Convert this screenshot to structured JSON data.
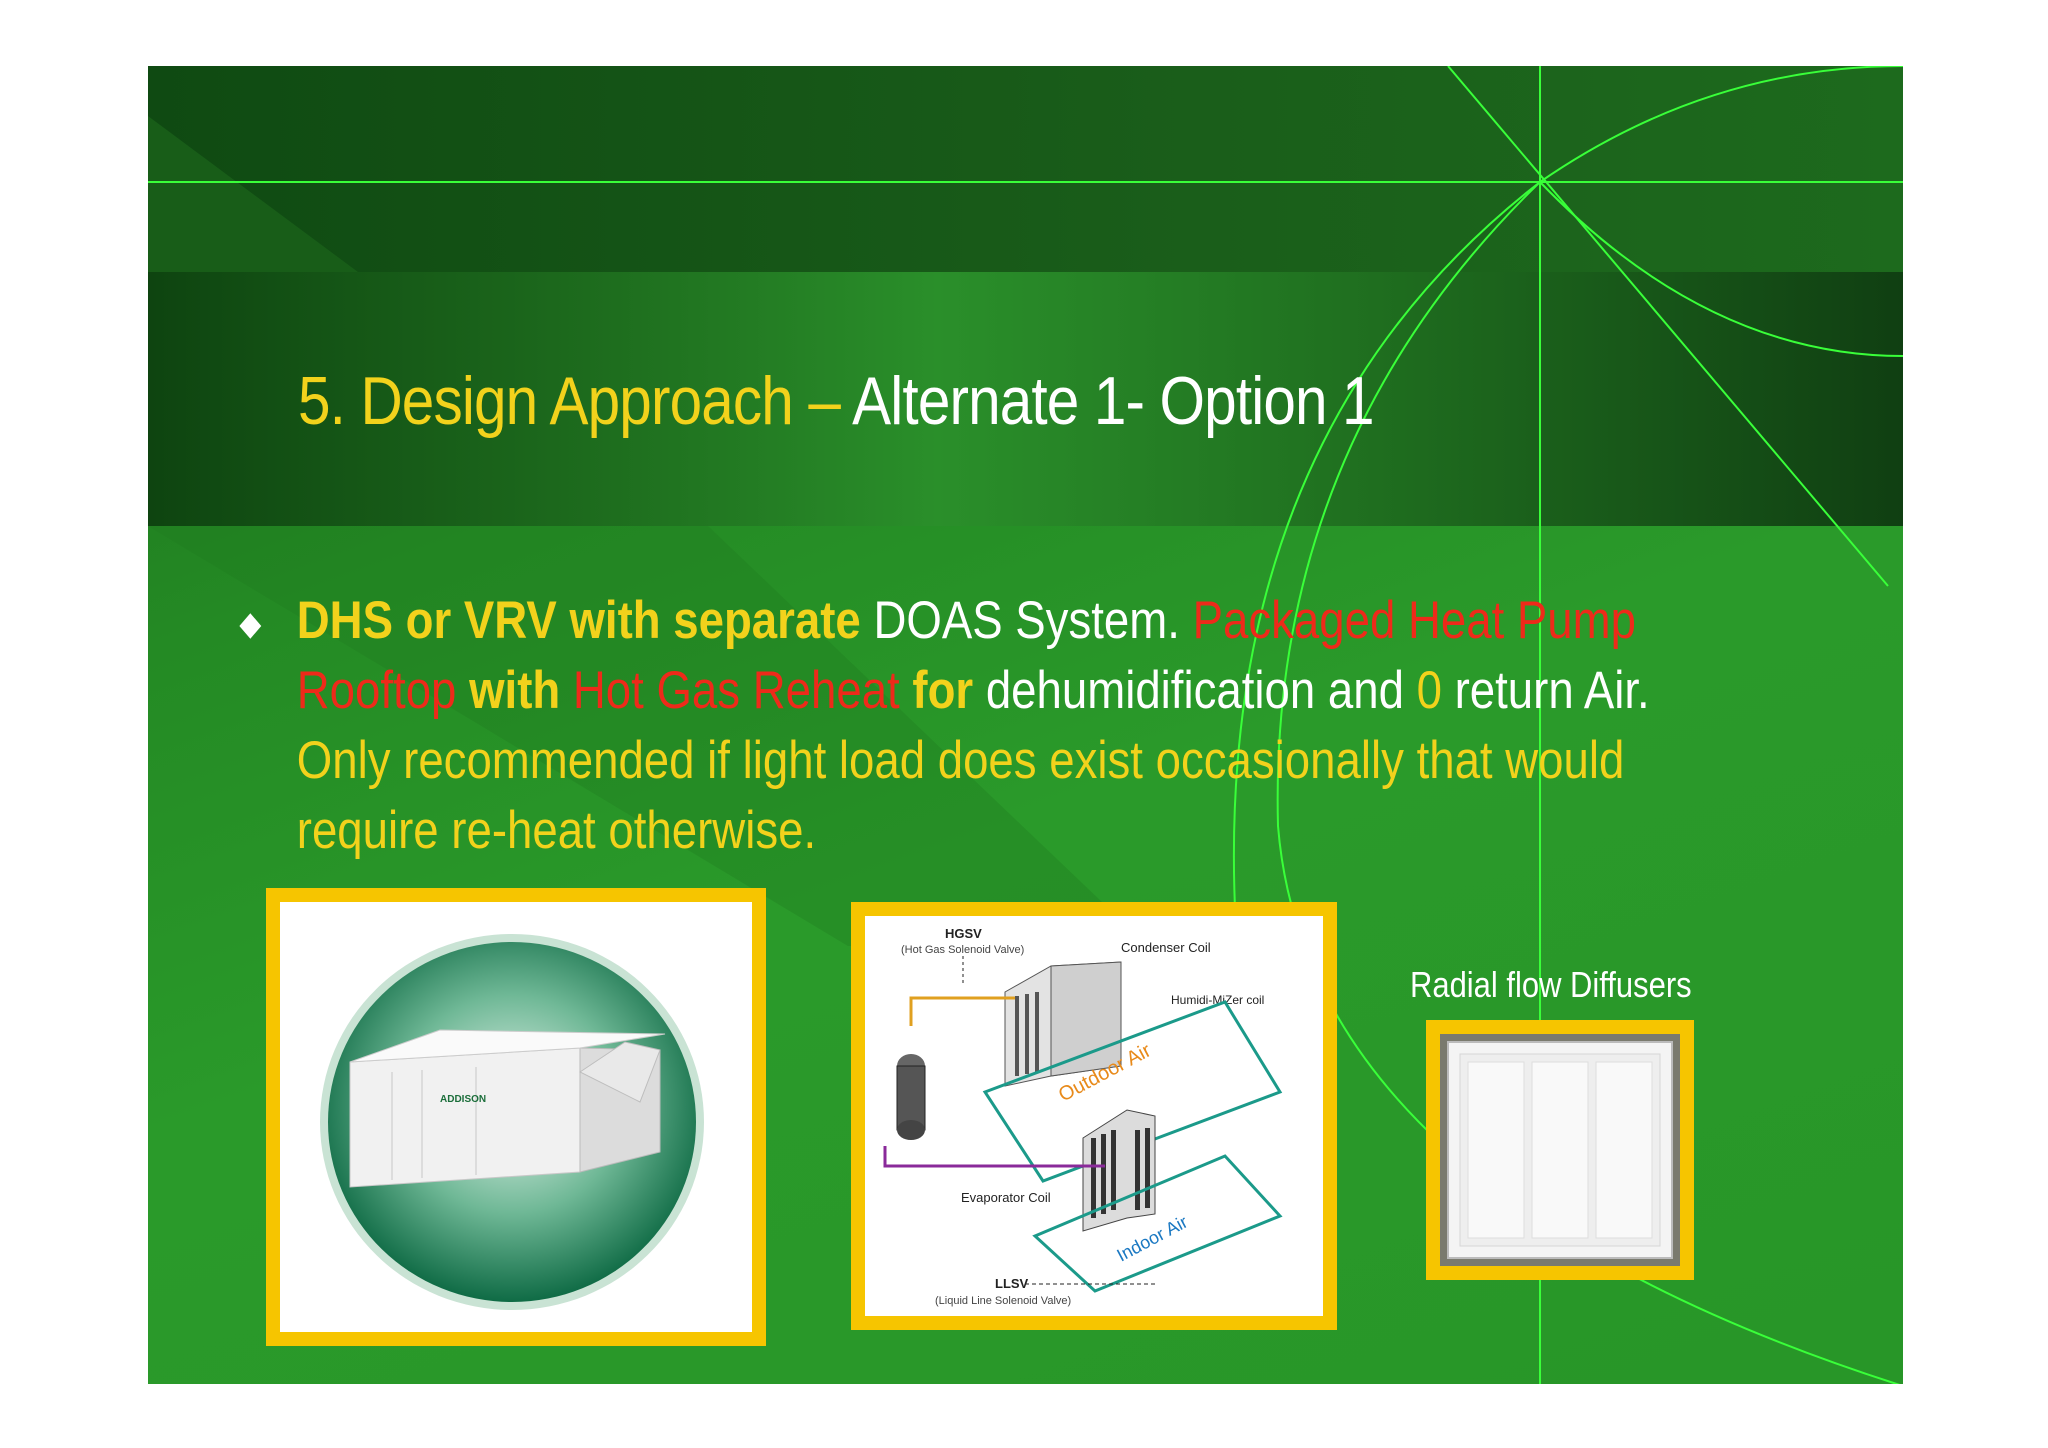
{
  "slide": {
    "title_part1": "5. Design Approach – ",
    "title_part2": "Alternate 1- Option 1",
    "bullet": {
      "s1": "DHS or VRV with separate ",
      "s2": "DOAS System.  ",
      "s3": "Packaged Heat Pump Rooftop",
      "s4": " with ",
      "s5": "Hot Gas Reheat",
      "s6": " for ",
      "s7": "dehumidification and ",
      "s8": "0",
      "s9": " return Air.  ",
      "s10": "Only recommended if light load does exist occasionally that would require re-heat otherwise."
    },
    "unit_brand": "ADDISON",
    "diffuser_caption": "Radial flow Diffusers",
    "diagram": {
      "hgsv": "HGSV",
      "hgsv_full": "(Hot Gas Solenoid Valve)",
      "condenser": "Condenser Coil",
      "humidimizer": "Humidi-MiZer coil",
      "outdoor_air": "Outdoor Air",
      "evaporator": "Evaporator Coil",
      "indoor_air": "Indoor Air",
      "llsv": "LLSV",
      "llsv_full": "(Liquid Line Solenoid Valve)"
    }
  },
  "colors": {
    "title_yellow": "#f2d21c",
    "highlight_red": "#ee2a1a",
    "frame_gold": "#f6c500",
    "slide_green": "#2a9a2a"
  }
}
